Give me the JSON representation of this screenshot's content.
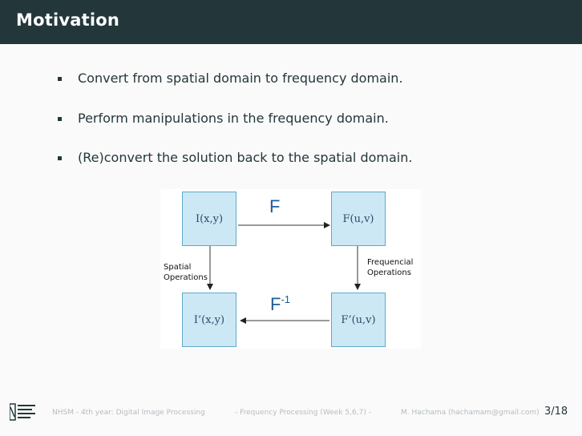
{
  "slide": {
    "title": "Motivation",
    "bullets": [
      "Convert from spatial domain to frequency domain.",
      "Perform manipulations in the frequency domain.",
      "(Re)convert the solution back to the spatial domain."
    ]
  },
  "diagram": {
    "box_top_left": "I(x,y)",
    "box_top_right": "F(u,v)",
    "box_bottom_left": "I’(x,y)",
    "box_bottom_right": "F’(u,v)",
    "forward_label": "F",
    "inverse_label": "F",
    "inverse_exponent": "-1",
    "spatial_ops_line1": "Spatial",
    "spatial_ops_line2": "Operations",
    "freq_ops_line1": "Frequencial",
    "freq_ops_line2": "Operations",
    "colors": {
      "box_fill": "#cce8f4",
      "box_border": "#5fa9c9",
      "label": "#1f5c99"
    }
  },
  "footer": {
    "course": "NHSM - 4th year: Digital Image Processing",
    "topic": "- Frequency Processing (Week 5,6,7) -",
    "author": "M. Hachama (hachamam@gmail.com)",
    "page": "3/18"
  },
  "theme": {
    "header_bg": "#23373b",
    "background": "#fafafa"
  }
}
